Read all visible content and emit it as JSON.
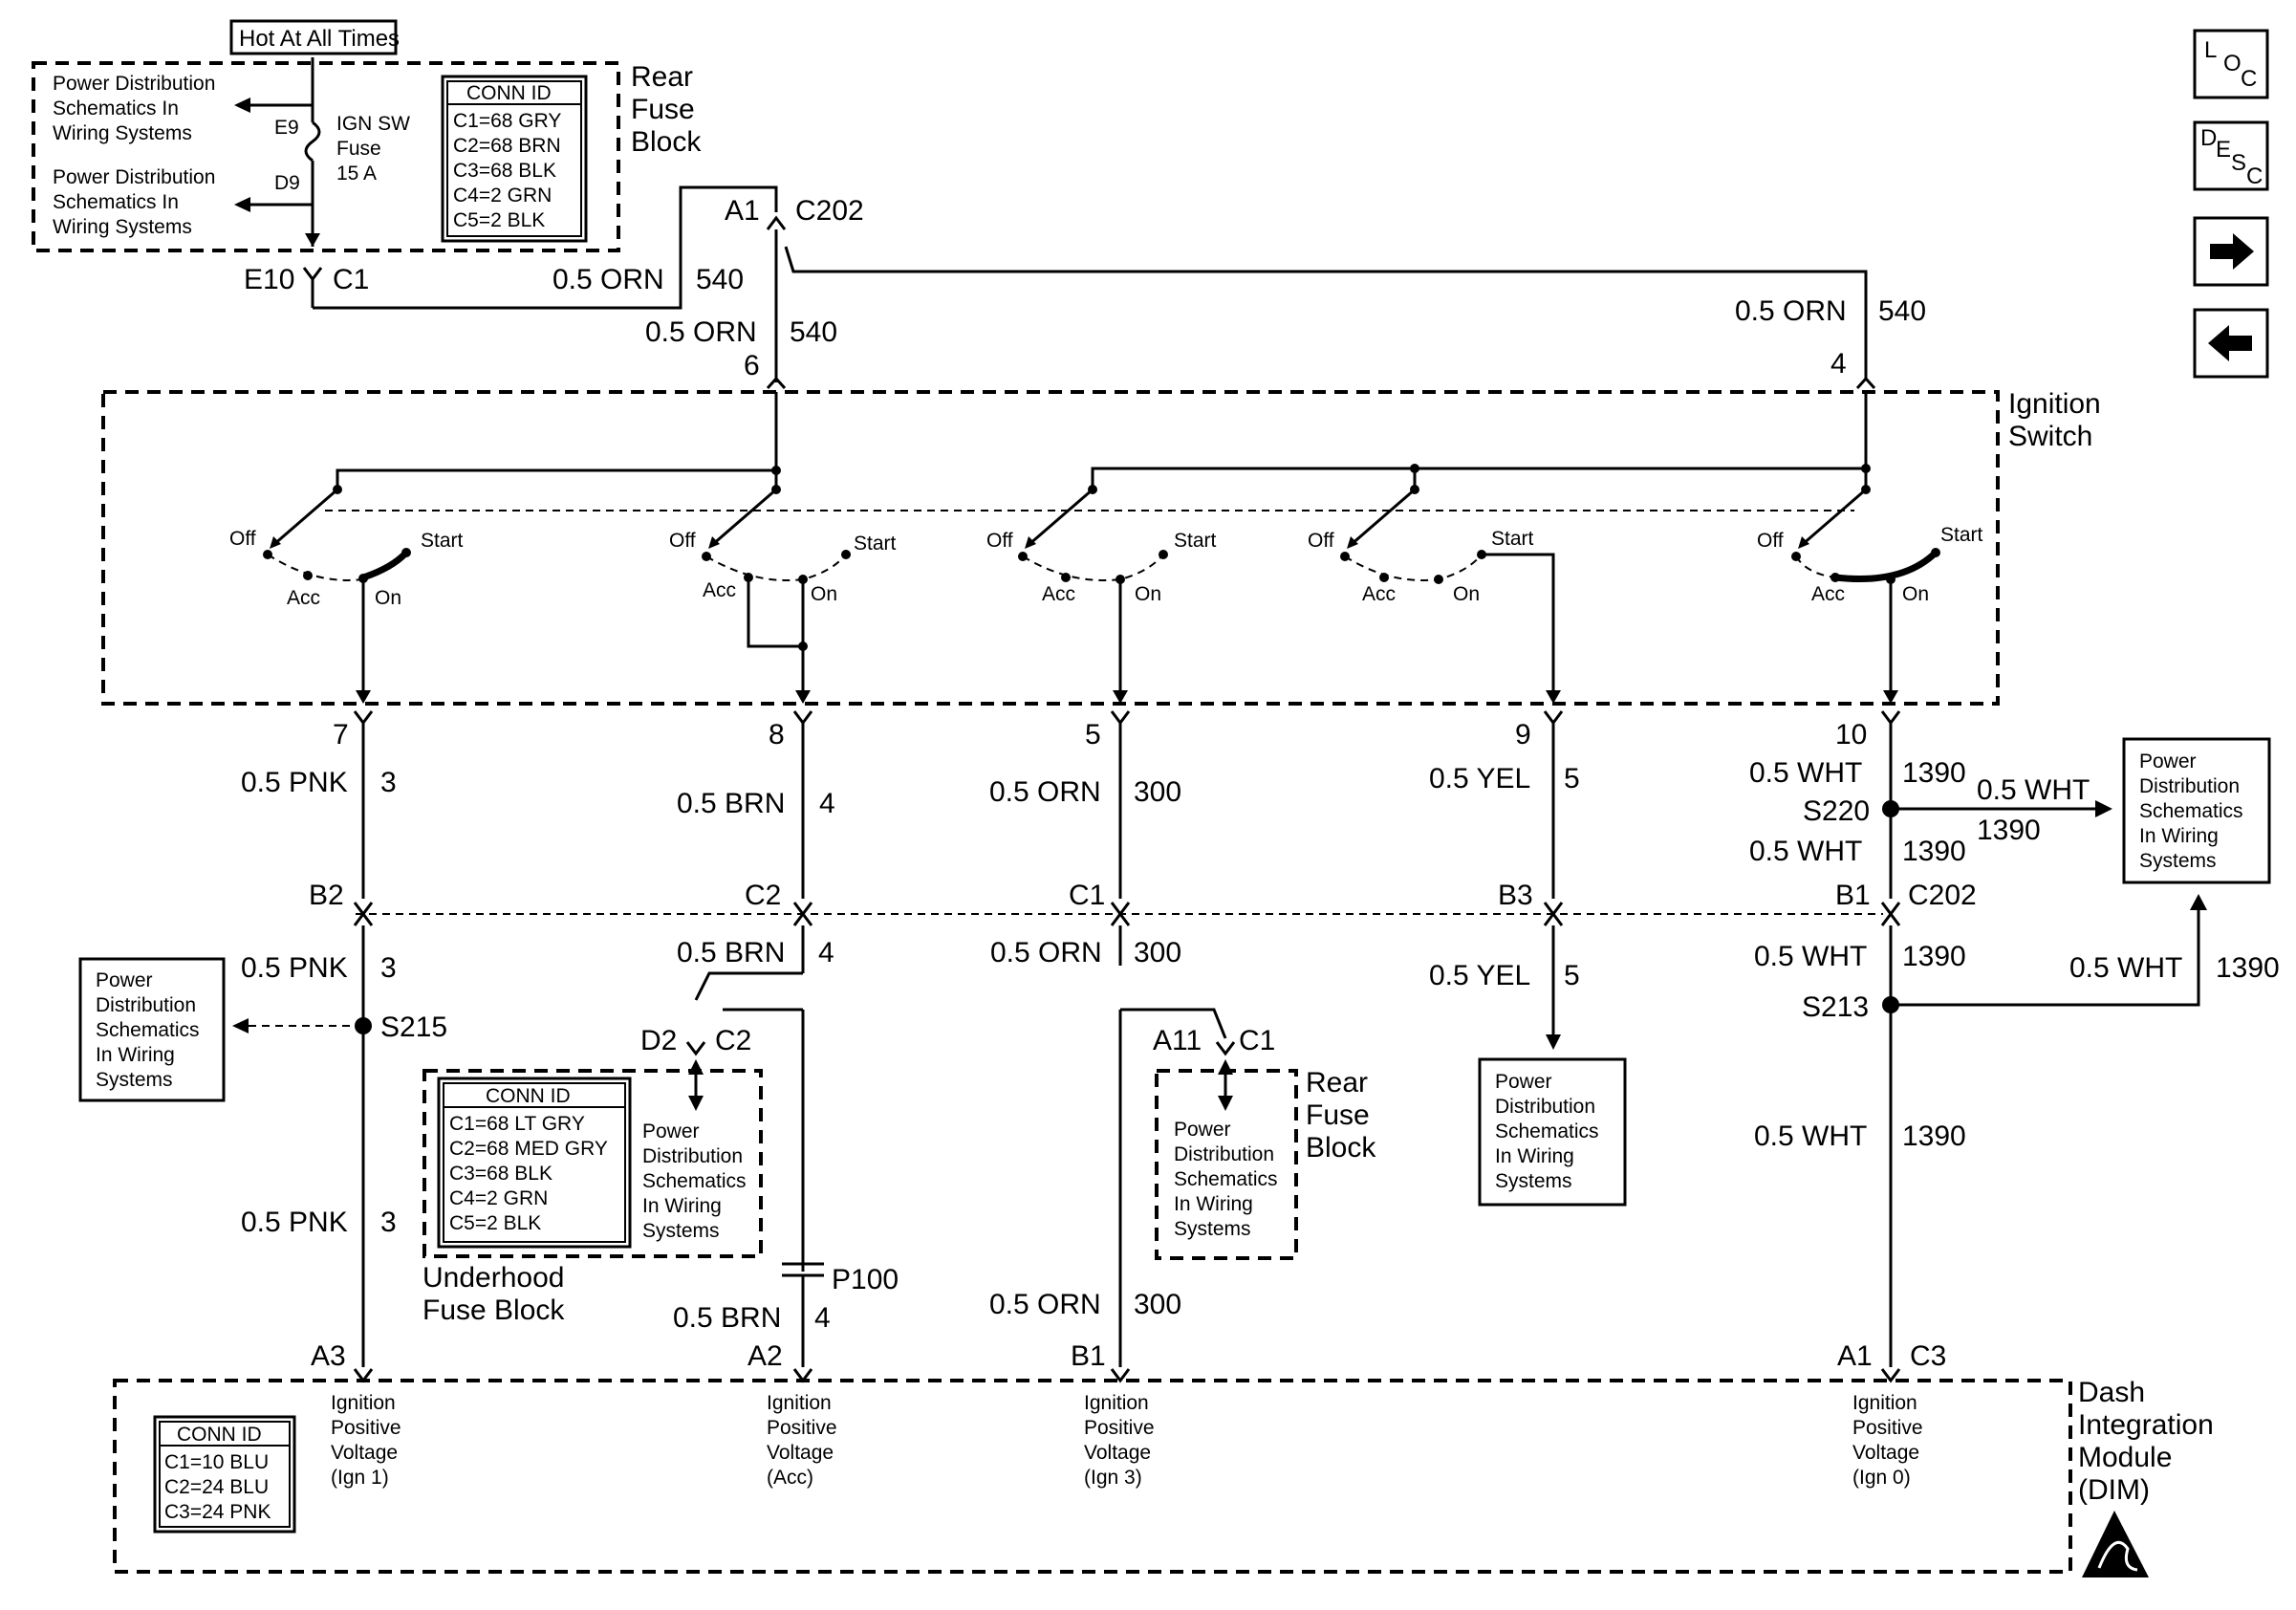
{
  "header": {
    "hot_label": "Hot At All Times"
  },
  "rear_fuse_block_top": {
    "title": [
      "Rear",
      "Fuse",
      "Block"
    ],
    "pd_refs": [
      [
        "Power Distribution",
        "Schematics In",
        "Wiring Systems"
      ],
      [
        "Power Distribution",
        "Schematics In",
        "Wiring Systems"
      ]
    ],
    "pins": {
      "e9": "E9",
      "d9": "D9",
      "e10": "E10"
    },
    "connector": "C1",
    "fuse_label": [
      "IGN SW",
      "Fuse",
      "15 A"
    ],
    "conn_id": {
      "title": "CONN ID",
      "rows": [
        "C1=68 GRY",
        "C2=68  BRN",
        "C3=68 BLK",
        "C4=2 GRN",
        "C5=2 BLK"
      ]
    }
  },
  "feed": {
    "wire_a": {
      "gauge": "0.5 ORN",
      "circuit": "540"
    },
    "c202_pin": "A1",
    "c202": "C202",
    "wire_b": {
      "gauge": "0.5 ORN",
      "circuit": "540",
      "pin": "6"
    },
    "wire_c": {
      "gauge": "0.5 ORN",
      "circuit": "540",
      "pin": "4"
    }
  },
  "ignition_switch": {
    "title": [
      "Ignition",
      "Switch"
    ],
    "positions": {
      "off": "Off",
      "acc": "Acc",
      "on": "On",
      "start": "Start"
    }
  },
  "outputs": [
    {
      "pin": "7",
      "gauge": "0.5 PNK",
      "circuit": "3"
    },
    {
      "pin": "8",
      "gauge": "0.5 BRN",
      "circuit": "4"
    },
    {
      "pin": "5",
      "gauge": "0.5 ORN",
      "circuit": "300"
    },
    {
      "pin": "9",
      "gauge": "0.5 YEL",
      "circuit": "5"
    },
    {
      "pin": "10",
      "gauge": "0.5 WHT",
      "circuit": "1390"
    }
  ],
  "c202_row": {
    "pins": [
      "B2",
      "C2",
      "C1",
      "B3",
      "B1"
    ],
    "connector": "C202",
    "below": [
      {
        "gauge": "0.5 PNK",
        "circuit": "3"
      },
      {
        "gauge": "0.5 BRN",
        "circuit": "4"
      },
      {
        "gauge": "0.5 ORN",
        "circuit": "300"
      },
      {
        "gauge": "0.5 YEL",
        "circuit": "5"
      },
      {
        "gauge": "0.5 WHT",
        "circuit": "1390"
      }
    ]
  },
  "splices": {
    "s220": {
      "name": "S220",
      "gauge_above": "0.5 WHT",
      "circuit_above": "1390",
      "gauge_below": "0.5 WHT",
      "circuit_below": "1390",
      "branch_gauge": "0.5 WHT",
      "branch_circuit": "1390"
    },
    "s215": {
      "name": "S215"
    },
    "s213": {
      "name": "S213",
      "branch_gauge": "0.5 WHT",
      "branch_circuit": "1390"
    }
  },
  "pd_boxes": {
    "right_top": [
      "Power",
      "Distribution",
      "Schematics",
      "In Wiring",
      "Systems"
    ],
    "left": [
      "Power",
      "Distribution",
      "Schematics",
      "In Wiring",
      "Systems"
    ],
    "yel": [
      "Power",
      "Distribution",
      "Schematics",
      "In Wiring",
      "Systems"
    ]
  },
  "underhood": {
    "title": [
      "Underhood",
      "Fuse Block"
    ],
    "pin": "D2",
    "connector": "C2",
    "ref": [
      "Power",
      "Distribution",
      "Schematics",
      "In Wiring",
      "Systems"
    ],
    "conn_id": {
      "title": "CONN ID",
      "rows": [
        "C1=68 LT GRY",
        "C2=68 MED GRY",
        "C3=68 BLK",
        "C4=2 GRN",
        "C5=2 BLK"
      ]
    }
  },
  "rear_fuse_block_mid": {
    "title": [
      "Rear",
      "Fuse",
      "Block"
    ],
    "pin": "A11",
    "connector": "C1",
    "ref": [
      "Power",
      "Distribution",
      "Schematics",
      "In Wiring",
      "Systems"
    ]
  },
  "lower_wires": {
    "pnk": {
      "gauge": "0.5 PNK",
      "circuit": "3"
    },
    "brn": {
      "gauge": "0.5 BRN",
      "circuit": "4"
    },
    "orn": {
      "gauge": "0.5 ORN",
      "circuit": "300"
    },
    "wht": {
      "gauge": "0.5 WHT",
      "circuit": "1390"
    },
    "p100": "P100"
  },
  "dim": {
    "title": [
      "Dash",
      "Integration",
      "Module",
      "(DIM)"
    ],
    "pins": [
      "A3",
      "A2",
      "B1",
      "A1"
    ],
    "c3": "C3",
    "inputs": [
      [
        "Ignition",
        "Positive",
        "Voltage",
        "(Ign 1)"
      ],
      [
        "Ignition",
        "Positive",
        "Voltage",
        "(Acc)"
      ],
      [
        "Ignition",
        "Positive",
        "Voltage",
        "(Ign 3)"
      ],
      [
        "Ignition",
        "Positive",
        "Voltage",
        "(Ign 0)"
      ]
    ],
    "conn_id": {
      "title": "CONN ID",
      "rows": [
        "C1=10 BLU",
        "C2=24 BLU",
        "C3=24 PNK"
      ]
    }
  },
  "nav": {
    "loc": [
      "L",
      "O",
      "C"
    ],
    "desc": [
      "D",
      "E",
      "S",
      "C"
    ],
    "next_icon": "arrow-right-icon",
    "prev_icon": "arrow-left-icon"
  },
  "esd_icon": "esd-warning-icon"
}
